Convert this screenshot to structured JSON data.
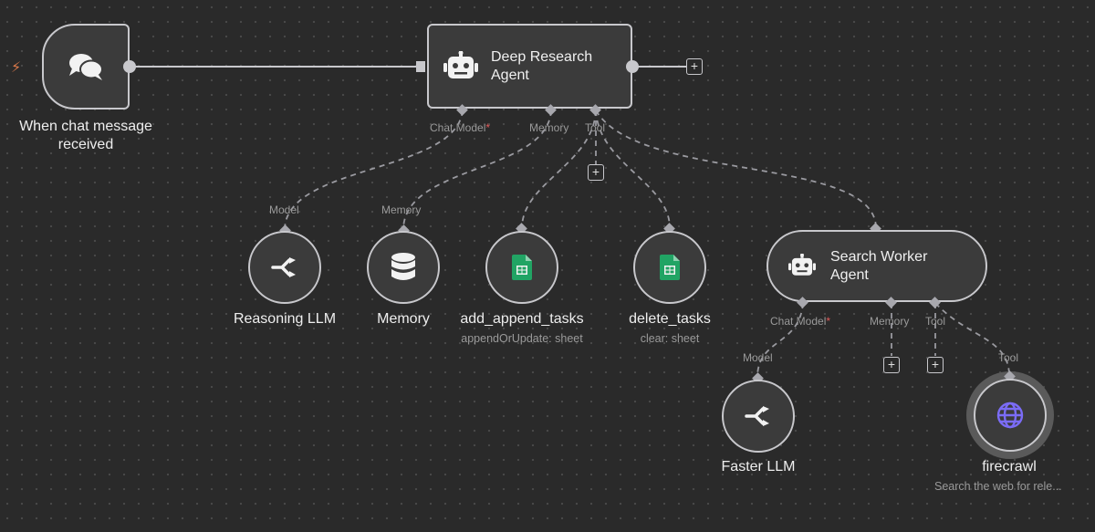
{
  "nodes": {
    "trigger": {
      "label": "When chat message received",
      "icon": "chat-bubbles-icon"
    },
    "main_agent": {
      "title": "Deep Research Agent",
      "icon": "robot-icon"
    },
    "reasoning_llm": {
      "label": "Reasoning LLM",
      "icon": "llm-icon"
    },
    "memory": {
      "label": "Memory",
      "icon": "database-icon"
    },
    "add_append_tasks": {
      "label": "add_append_tasks",
      "sublabel": "appendOrUpdate: sheet",
      "icon": "google-sheets-icon"
    },
    "delete_tasks": {
      "label": "delete_tasks",
      "sublabel": "clear: sheet",
      "icon": "google-sheets-icon"
    },
    "worker_agent": {
      "title": "Search Worker Agent",
      "icon": "robot-icon"
    },
    "faster_llm": {
      "label": "Faster LLM",
      "icon": "llm-icon"
    },
    "firecrawl": {
      "label": "firecrawl",
      "sublabel": "Search the web for rele...",
      "icon": "globe-icon"
    }
  },
  "ports": {
    "chat_model": "Chat Model",
    "required_mark": "*",
    "memory": "Memory",
    "tool": "Tool",
    "model": "Model"
  },
  "plus_symbol": "+",
  "colors": {
    "canvas": "#2a2a2a",
    "node_fill": "#3b3b3b",
    "node_border": "#c8c8cc",
    "sheets_green": "#21a464",
    "globe_purple": "#7b6cf6",
    "trigger_bolt": "#d9784a",
    "required": "#e05a5a"
  }
}
